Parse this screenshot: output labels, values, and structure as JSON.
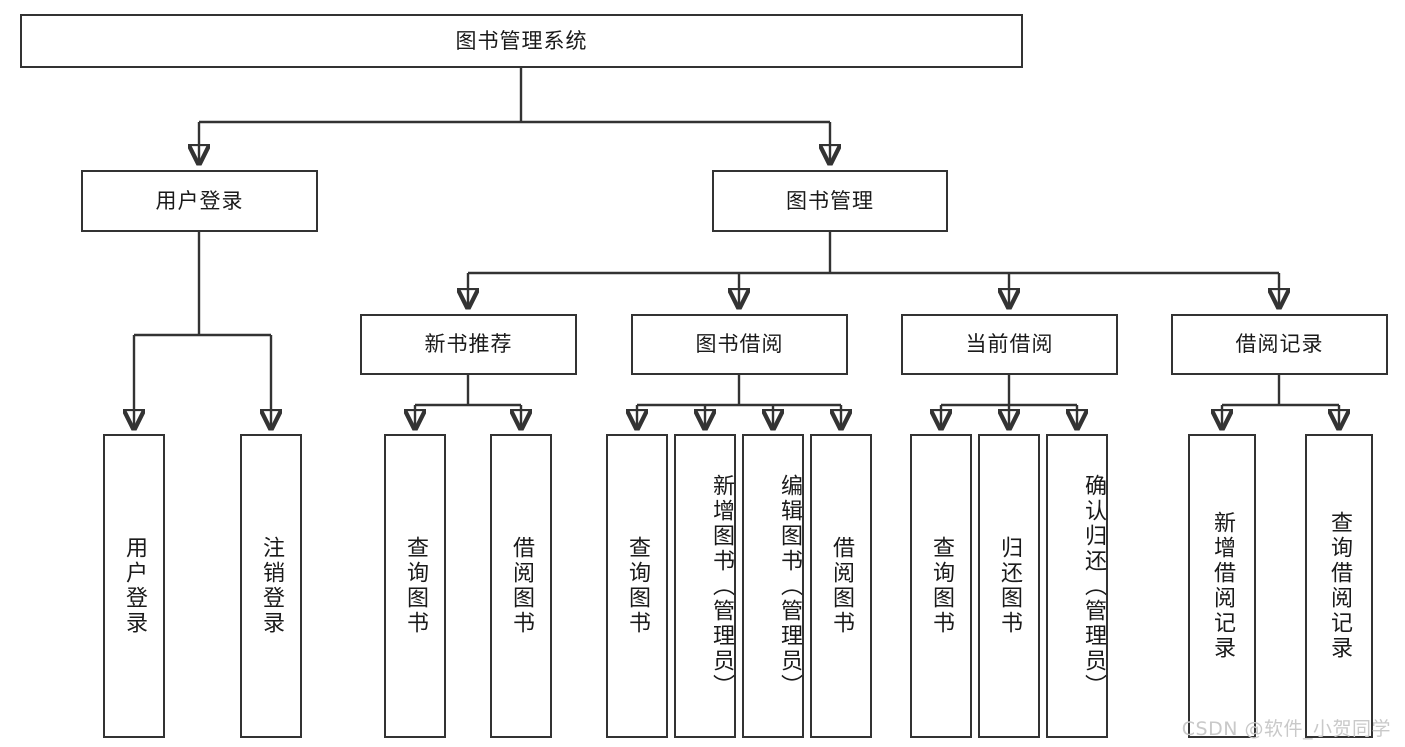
{
  "diagram": {
    "title": "图书管理系统",
    "watermark": "CSDN @软件_小贺同学",
    "type": "tree",
    "root": {
      "id": "root",
      "label": "图书管理系统"
    },
    "level2": [
      {
        "id": "login",
        "label": "用户登录"
      },
      {
        "id": "bookmgmt",
        "label": "图书管理"
      }
    ],
    "level3": [
      {
        "id": "newbook",
        "label": "新书推荐",
        "parent": "bookmgmt"
      },
      {
        "id": "borrow",
        "label": "图书借阅",
        "parent": "bookmgmt"
      },
      {
        "id": "current",
        "label": "当前借阅",
        "parent": "bookmgmt"
      },
      {
        "id": "record",
        "label": "借阅记录",
        "parent": "bookmgmt"
      }
    ],
    "leaves": [
      {
        "id": "leaf-1",
        "label": "用户登录",
        "parent": "login"
      },
      {
        "id": "leaf-2",
        "label": "注销登录",
        "parent": "login"
      },
      {
        "id": "leaf-3",
        "label": "查询图书",
        "parent": "newbook"
      },
      {
        "id": "leaf-4",
        "label": "借阅图书",
        "parent": "newbook"
      },
      {
        "id": "leaf-5",
        "label": "查询图书",
        "parent": "borrow"
      },
      {
        "id": "leaf-6",
        "label": "新增图书（管理员）",
        "parent": "borrow"
      },
      {
        "id": "leaf-7",
        "label": "编辑图书（管理员）",
        "parent": "borrow"
      },
      {
        "id": "leaf-8",
        "label": "借阅图书",
        "parent": "borrow"
      },
      {
        "id": "leaf-9",
        "label": "查询图书",
        "parent": "current"
      },
      {
        "id": "leaf-10",
        "label": "归还图书",
        "parent": "current"
      },
      {
        "id": "leaf-11",
        "label": "确认归还（管理员）",
        "parent": "current"
      },
      {
        "id": "leaf-12",
        "label": "新增借阅记录",
        "parent": "record"
      },
      {
        "id": "leaf-13",
        "label": "查询借阅记录",
        "parent": "record"
      }
    ],
    "colors": {
      "stroke": "#333333",
      "fill": "#ffffff",
      "text": "#1a1a1a",
      "watermark": "#c9c9c9"
    }
  }
}
